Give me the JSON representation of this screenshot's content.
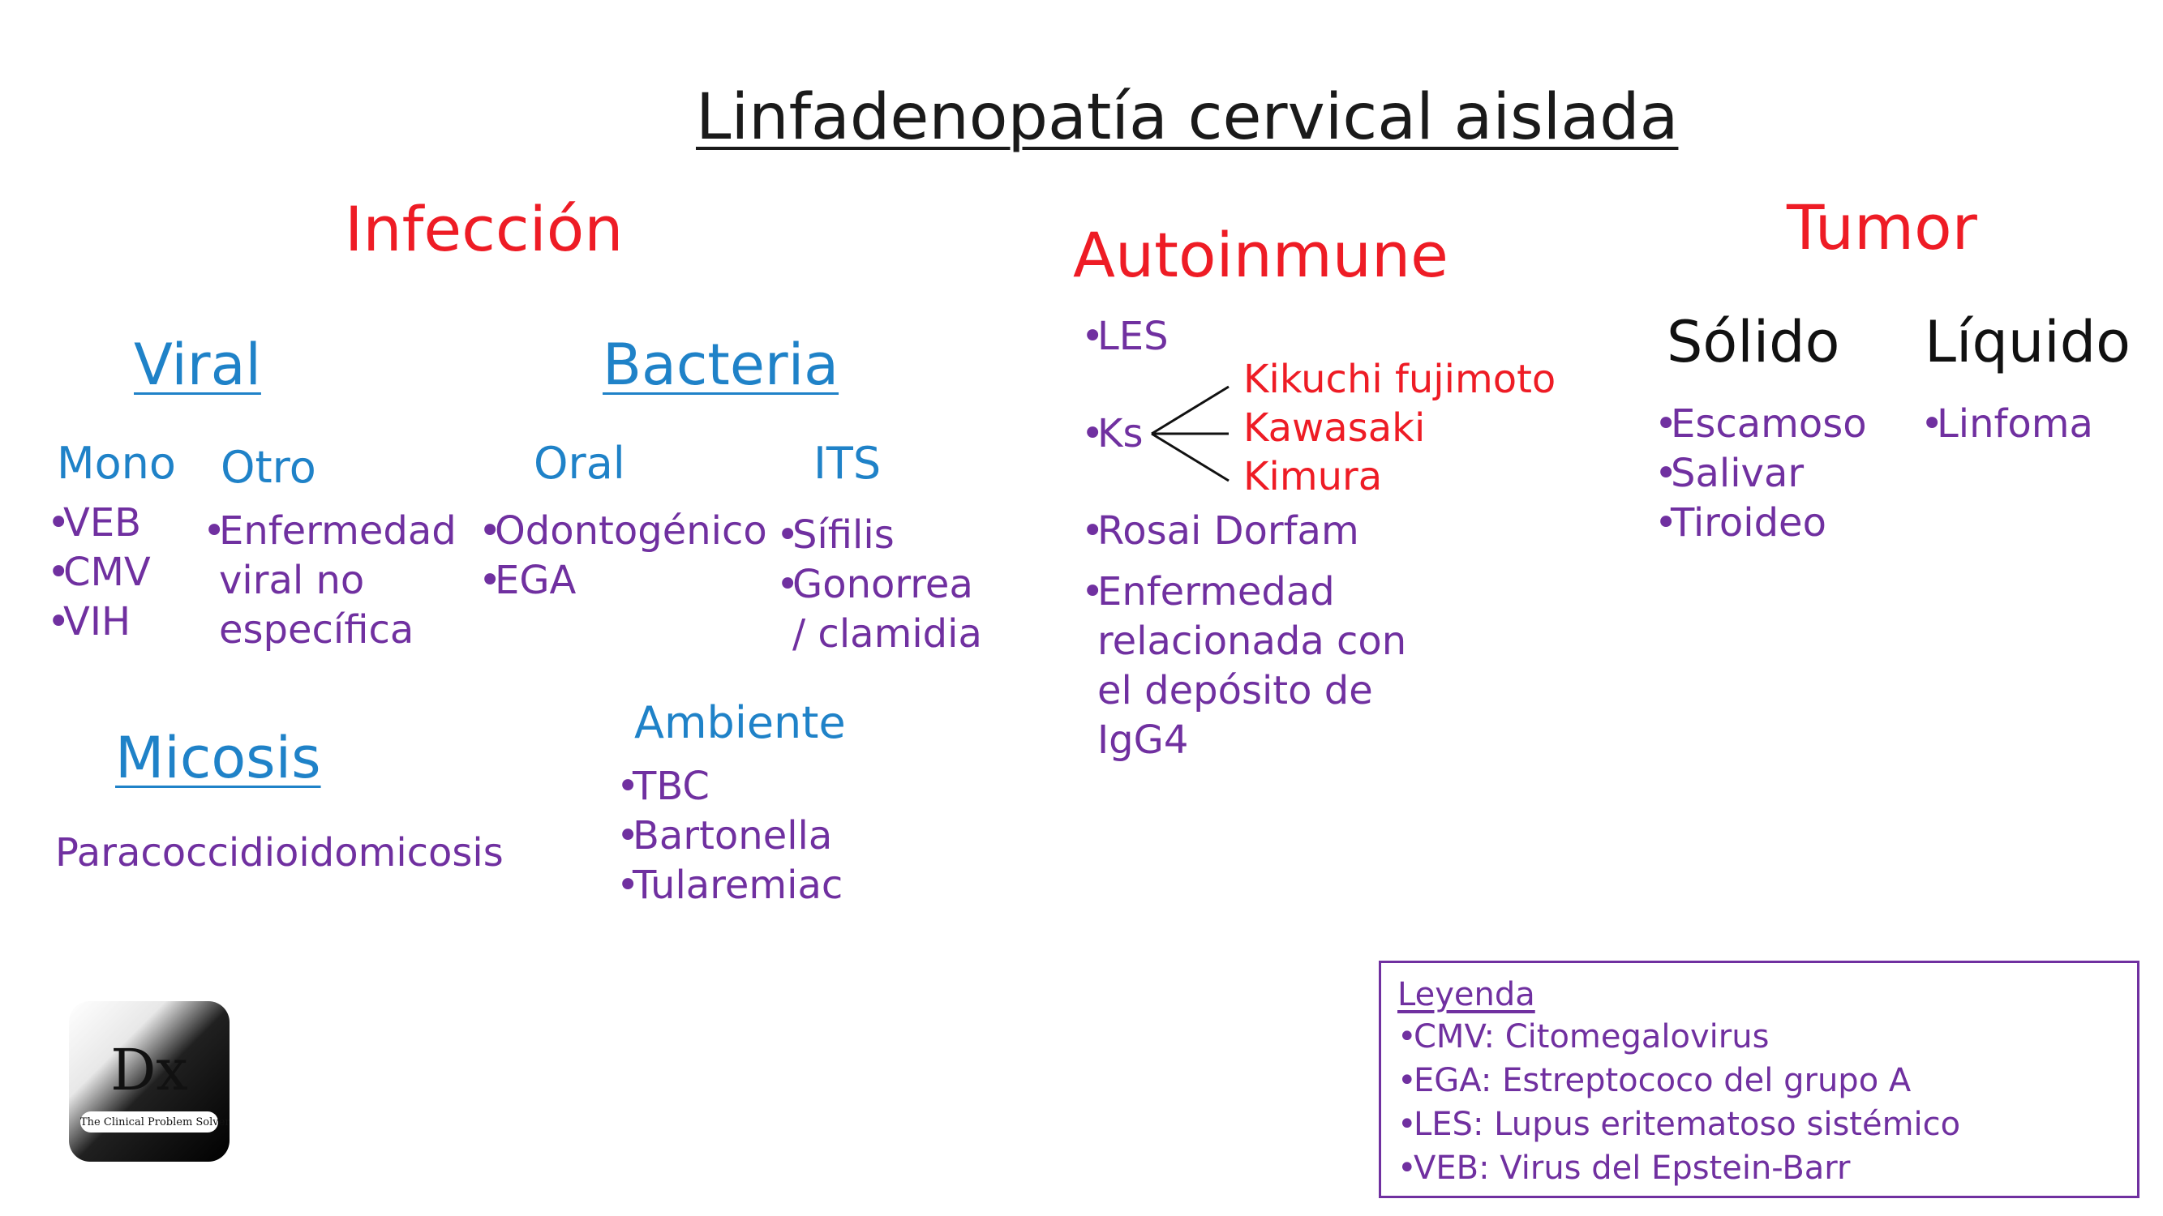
{
  "title": "Linfadenopatía cervical aislada",
  "colors": {
    "category": "#ee1c25",
    "subcategory": "#1f82c8",
    "item": "#7030a0",
    "legend_border": "#7030a0"
  },
  "infeccion": {
    "label": "Infección",
    "viral": {
      "label": "Viral",
      "mono": {
        "label": "Mono",
        "items": [
          "VEB",
          "CMV",
          "VIH"
        ]
      },
      "otro": {
        "label": "Otro",
        "lines": [
          "Enfermedad",
          "viral no",
          "específica"
        ]
      }
    },
    "bacteria": {
      "label": "Bacteria",
      "oral": {
        "label": "Oral",
        "items": [
          "Odontogénico",
          "EGA"
        ]
      },
      "its": {
        "label": "ITS",
        "items": [
          "Sífilis",
          "Gonorrea"
        ],
        "cont": "/ clamidia"
      },
      "ambiente": {
        "label": "Ambiente",
        "items": [
          "TBC",
          "Bartonella",
          "Tularemiac"
        ]
      }
    },
    "micosis": {
      "label": "Micosis",
      "item": "Paracoccidioidomicosis"
    }
  },
  "autoinmune": {
    "label": "Autoinmune",
    "les": "LES",
    "ks": "Ks",
    "ks_branches": [
      "Kikuchi fujimoto",
      "Kawasaki",
      "Kimura"
    ],
    "rosai": "Rosai Dorfam",
    "igg4_lines": [
      "Enfermedad",
      "relacionada con",
      "el depósito de",
      "IgG4"
    ]
  },
  "tumor": {
    "label": "Tumor",
    "solido": {
      "label": "Sólido",
      "items": [
        "Escamoso",
        "Salivar",
        "Tiroideo"
      ]
    },
    "liquido": {
      "label": "Líquido",
      "items": [
        "Linfoma"
      ]
    }
  },
  "legend": {
    "title": "Leyenda",
    "items": [
      "CMV: Citomegalovirus",
      "EGA: Estreptococo del grupo A",
      "LES: Lupus eritematoso sistémico",
      "VEB: Virus del Epstein-Barr"
    ]
  },
  "logo": {
    "mark": "Dx",
    "caption": "The Clinical Problem Solvers"
  }
}
